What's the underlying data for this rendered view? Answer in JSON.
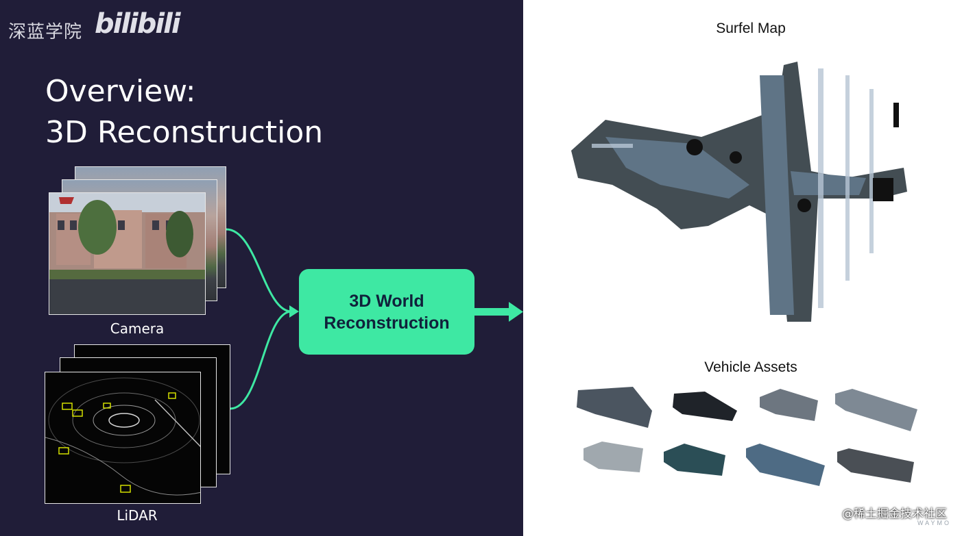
{
  "header": {
    "brand_cn": "深蓝学院",
    "brand_bili": "bilibili"
  },
  "title": {
    "line1": "Overview:",
    "line2": "3D Reconstruction"
  },
  "inputs": {
    "camera_label": "Camera",
    "lidar_label": "LiDAR"
  },
  "process": {
    "line1": "3D World",
    "line2": "Reconstruction"
  },
  "outputs": {
    "surfel_title": "Surfel Map",
    "vehicle_title": "Vehicle Assets"
  },
  "watermark": {
    "text": "@稀土掘金技术社区",
    "brand": "WAYMO"
  },
  "colors": {
    "background_dark": "#201d38",
    "accent_green": "#3ee8a3",
    "box_text": "#10213b"
  }
}
